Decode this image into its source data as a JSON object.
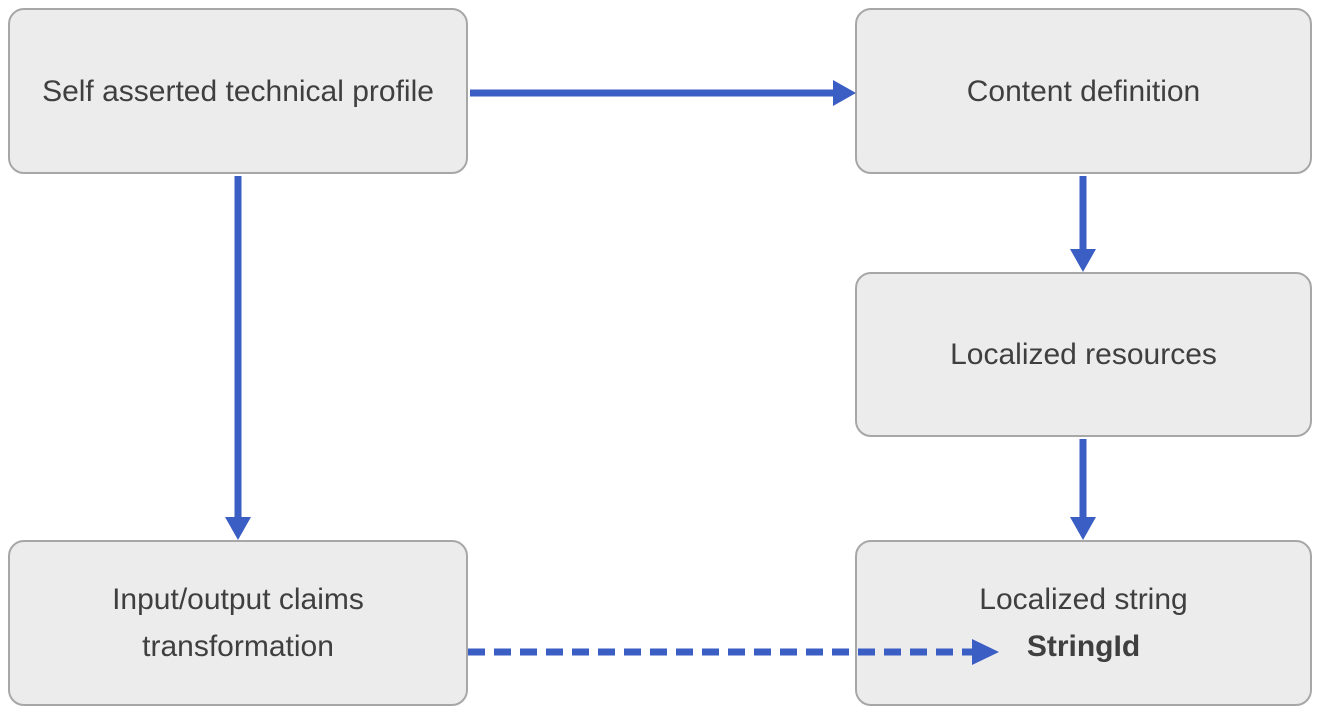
{
  "diagram": {
    "colors": {
      "background": "#ffffff",
      "node_fill": "#ececec",
      "node_border": "#a7a7a7",
      "node_text": "#3f3f3f",
      "arrow": "#3a5ec3"
    },
    "nodes": [
      {
        "id": "self-asserted-technical-profile",
        "label": "Self asserted technical profile"
      },
      {
        "id": "content-definition",
        "label": "Content definition"
      },
      {
        "id": "localized-resources",
        "label": "Localized resources"
      },
      {
        "id": "input-output-claims-transformation",
        "label": "Input/output claims transformation"
      },
      {
        "id": "localized-string",
        "label": "Localized string",
        "emphasis": "StringId"
      }
    ],
    "edges": [
      {
        "from": "self-asserted-technical-profile",
        "to": "content-definition",
        "style": "solid"
      },
      {
        "from": "self-asserted-technical-profile",
        "to": "input-output-claims-transformation",
        "style": "solid"
      },
      {
        "from": "content-definition",
        "to": "localized-resources",
        "style": "solid"
      },
      {
        "from": "localized-resources",
        "to": "localized-string",
        "style": "solid"
      },
      {
        "from": "input-output-claims-transformation",
        "to": "localized-string",
        "style": "dashed"
      }
    ]
  }
}
